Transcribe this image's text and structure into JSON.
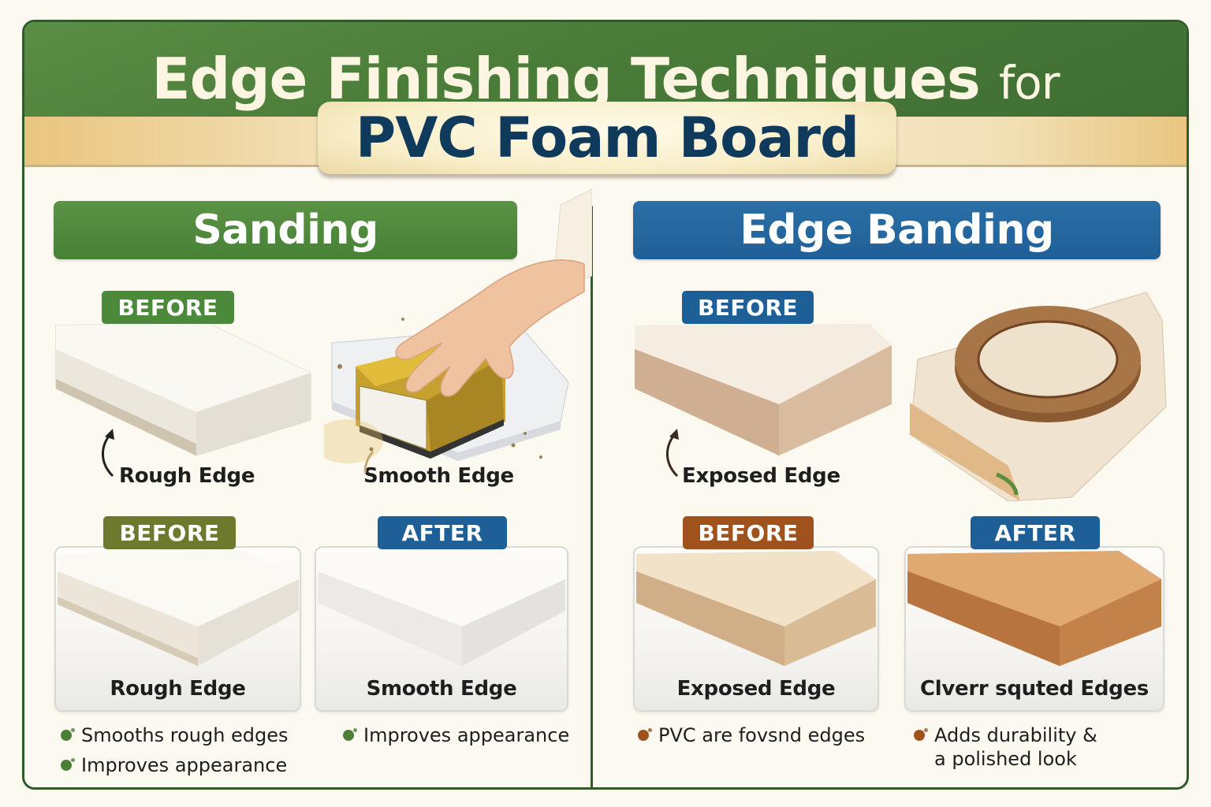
{
  "header": {
    "title_main": "Edge Finishing Techniques",
    "title_connector": "for",
    "title_subject": "PVC Foam Board"
  },
  "colors": {
    "header_green": "#4a7c39",
    "title_cream": "#fbf5e1",
    "title_navy": "#0f3a5c",
    "band_gold": "#e9c57e",
    "section_green": "#4b8a3a",
    "section_blue": "#1f5f97",
    "badge_olive": "#6d7a2e",
    "badge_brown": "#a0521c",
    "frame_border": "#2f5a2a",
    "background": "#fcf9f1"
  },
  "sections": [
    {
      "title": "Sanding",
      "top_row": {
        "badge": "BEFORE",
        "left_caption": "Rough Edge",
        "right_caption": "Smooth Edge",
        "right_illustration": "hand-with-sanding-block"
      },
      "comparison": [
        {
          "badge": "BEFORE",
          "caption": "Rough Edge"
        },
        {
          "badge": "AFTER",
          "caption": "Smooth Edge"
        }
      ],
      "bullets_left": [
        "Smooths rough edges",
        "Improves appearance"
      ],
      "bullets_right": [
        "Improves appearance"
      ]
    },
    {
      "title": "Edge Banding",
      "top_row": {
        "badge": "BEFORE",
        "left_caption": "Exposed Edge",
        "right_illustration": "edge-banding-roll-on-board"
      },
      "comparison": [
        {
          "badge": "BEFORE",
          "caption": "Exposed Edge"
        },
        {
          "badge": "AFTER",
          "caption": "Clverr squted Edges"
        }
      ],
      "bullets_left": [
        "PVC are fovsnd edges"
      ],
      "bullets_right": [
        "Adds durability &",
        "a polished look"
      ]
    }
  ]
}
